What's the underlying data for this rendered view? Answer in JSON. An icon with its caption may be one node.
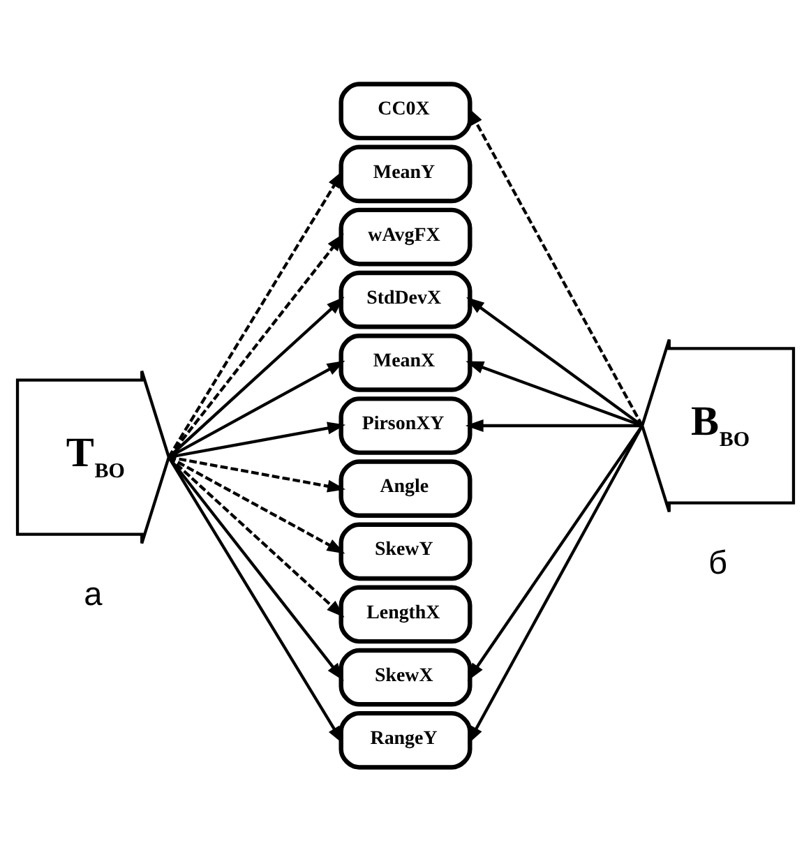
{
  "diagram": {
    "nodes": [
      {
        "text": [
          "T$_{ВО}$"
        ]
      },
      {
        "text": [
          "CC0X"
        ]
      },
      {
        "text": [
          "MeanY"
        ]
      },
      {
        "text": [
          "wAvgFX"
        ]
      },
      {
        "text": [
          "StdDevX"
        ]
      },
      {
        "text": [
          "MeanX"
        ]
      },
      {
        "text": [
          "PirsonXY"
        ]
      },
      {
        "text": [
          "Angle"
        ]
      },
      {
        "text": [
          "SkewY"
        ]
      },
      {
        "text": [
          "LengthX"
        ]
      },
      {
        "text": [
          "SkewX"
        ]
      },
      {
        "text": [
          "RangeY"
        ]
      },
      {
        "text": [
          "B$_{ВО}$"
        ]
      }
    ],
    "edges": [
      {
        "from": 0,
        "to": 2,
        "arrow": "to",
        "style": "dashed"
      },
      {
        "from": 0,
        "to": 3,
        "arrow": "to",
        "style": "dashed"
      },
      {
        "from": 0,
        "to": 4,
        "arrow": "to"
      },
      {
        "from": 0,
        "to": 5,
        "arrow": "to"
      },
      {
        "from": 0,
        "to": 6,
        "arrow": "to"
      },
      {
        "from": 0,
        "to": 7,
        "arrow": "to",
        "style": "dashed"
      },
      {
        "from": 0,
        "to": 8,
        "arrow": "to",
        "style": "dashed"
      },
      {
        "from": 0,
        "to": 9,
        "arrow": "to",
        "style": "dashed"
      },
      {
        "from": 0,
        "to": 10,
        "arrow": "to"
      },
      {
        "from": 0,
        "to": 11,
        "arrow": "to"
      },
      {
        "from": 12,
        "to": 1,
        "arrow": "to",
        "style": "dashed"
      },
      {
        "from": 12,
        "to": 4,
        "arrow": "to"
      },
      {
        "from": 12,
        "to": 5,
        "arrow": "to"
      },
      {
        "from": 12,
        "to": 6,
        "arrow": "to"
      },
      {
        "from": 12,
        "to": 10,
        "arrow": "to"
      },
      {
        "from": 12,
        "to": 11,
        "arrow": "to"
      }
    ],
    "labels": [
      "а",
      "б"
    ]
  }
}
